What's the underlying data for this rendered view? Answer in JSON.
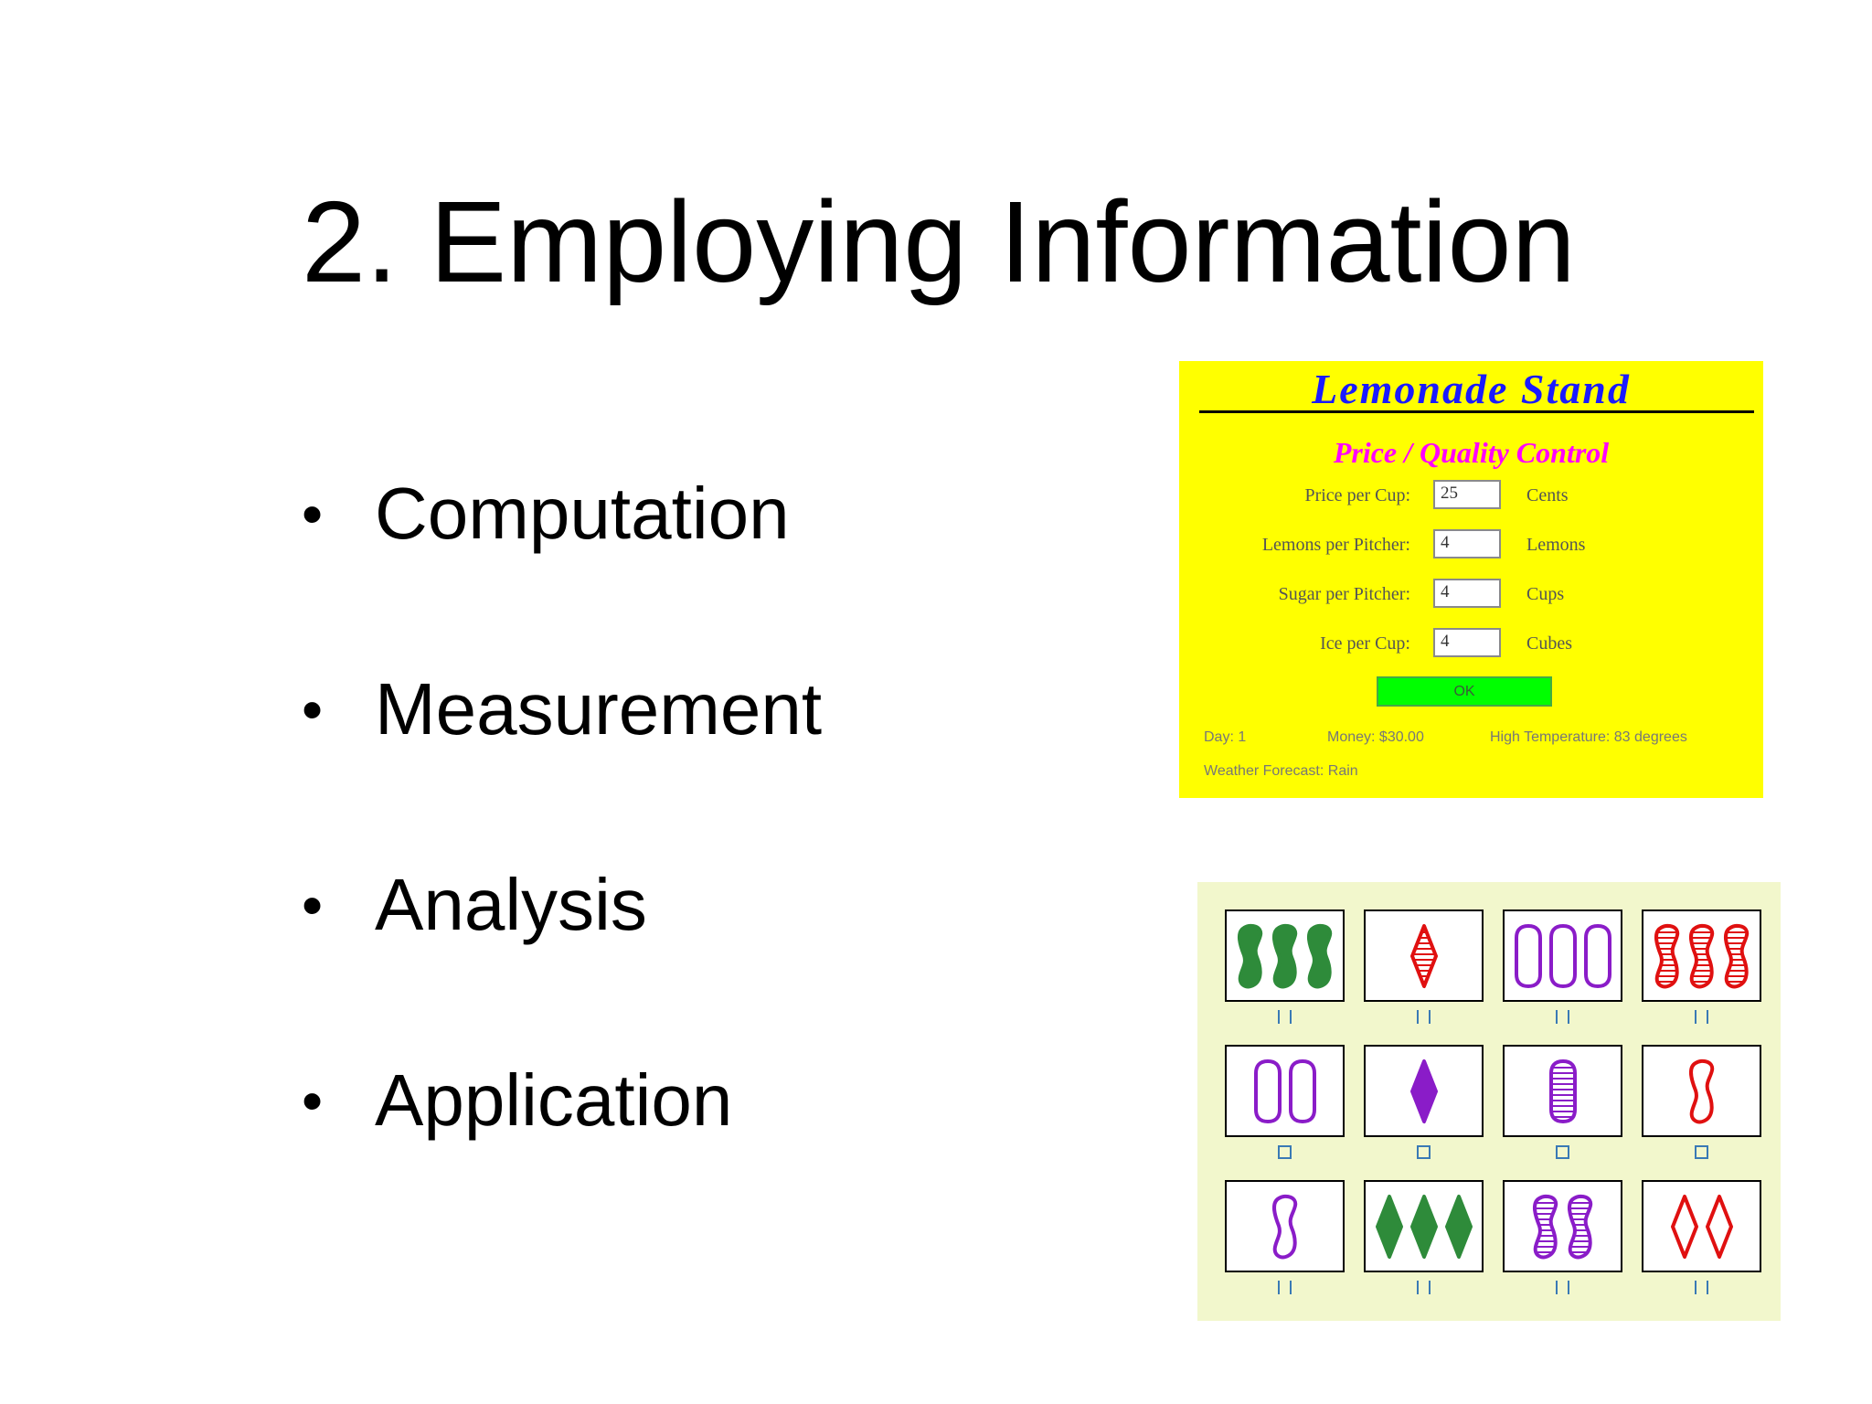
{
  "slide": {
    "title": "2. Employing Information",
    "bullets": [
      "Computation",
      "Measurement",
      "Analysis",
      "Application"
    ]
  },
  "lemonade": {
    "title": "Lemonade Stand",
    "subtitle": "Price / Quality Control",
    "rows": [
      {
        "label": "Price per Cup:",
        "value": "25",
        "unit": "Cents"
      },
      {
        "label": "Lemons per Pitcher:",
        "value": "4",
        "unit": "Lemons"
      },
      {
        "label": "Sugar per Pitcher:",
        "value": "4",
        "unit": "Cups"
      },
      {
        "label": "Ice per Cup:",
        "value": "4",
        "unit": "Cubes"
      }
    ],
    "ok_label": "OK",
    "status": {
      "day": "Day: 1",
      "money": "Money: $30.00",
      "temperature": "High Temperature: 83 degrees",
      "forecast": "Weather Forecast: Rain"
    }
  },
  "cards": {
    "colors": {
      "green": "#2e8b3a",
      "red": "#e01010",
      "purple": "#8a1cc8"
    },
    "grid": [
      {
        "count": 3,
        "shape": "squiggle",
        "color": "green",
        "fill": "solid",
        "checkbox": "open"
      },
      {
        "count": 1,
        "shape": "diamond",
        "color": "red",
        "fill": "striped",
        "checkbox": "open"
      },
      {
        "count": 3,
        "shape": "oval",
        "color": "purple",
        "fill": "empty",
        "checkbox": "open"
      },
      {
        "count": 3,
        "shape": "squiggle",
        "color": "red",
        "fill": "striped",
        "checkbox": "open"
      },
      {
        "count": 2,
        "shape": "oval",
        "color": "purple",
        "fill": "empty",
        "checkbox": "box"
      },
      {
        "count": 1,
        "shape": "diamond",
        "color": "purple",
        "fill": "solid",
        "checkbox": "box"
      },
      {
        "count": 1,
        "shape": "oval",
        "color": "purple",
        "fill": "striped",
        "checkbox": "box"
      },
      {
        "count": 1,
        "shape": "squiggle",
        "color": "red",
        "fill": "empty",
        "checkbox": "box"
      },
      {
        "count": 1,
        "shape": "squiggle",
        "color": "purple",
        "fill": "empty",
        "checkbox": "open"
      },
      {
        "count": 3,
        "shape": "diamond",
        "color": "green",
        "fill": "solid",
        "checkbox": "open"
      },
      {
        "count": 2,
        "shape": "squiggle",
        "color": "purple",
        "fill": "striped",
        "checkbox": "open"
      },
      {
        "count": 2,
        "shape": "diamond",
        "color": "red",
        "fill": "empty",
        "checkbox": "open"
      }
    ]
  }
}
